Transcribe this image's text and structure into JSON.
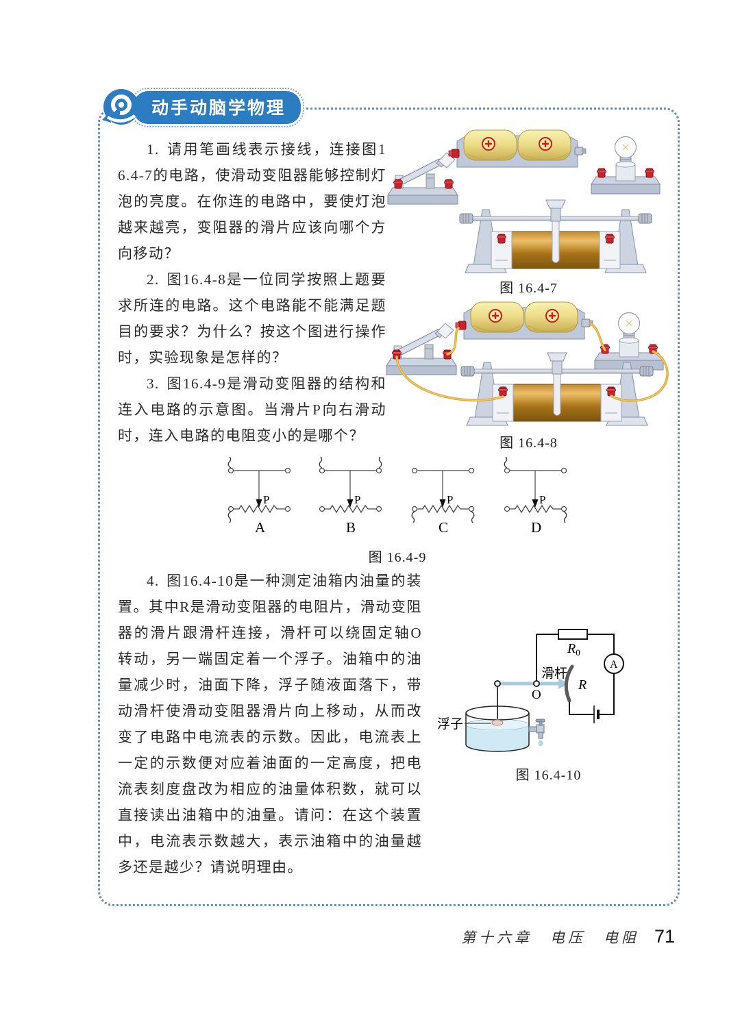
{
  "header": {
    "badge": "动手动脑学物理"
  },
  "questions": {
    "q1": {
      "number": "1.",
      "text": "请用笔画线表示接线，连接图16.4-7的电路，使滑动变阻器能够控制灯泡的亮度。在你连的电路中，要使灯泡越来越亮，变阻器的滑片应该向哪个方向移动？"
    },
    "q2": {
      "number": "2.",
      "text": "图16.4-8是一位同学按照上题要求所连的电路。这个电路能不能满足题目的要求？为什么？按这个图进行操作时，实验现象是怎样的？"
    },
    "q3": {
      "number": "3.",
      "text": "图16.4-9是滑动变阻器的结构和连入电路的示意图。当滑片P向右滑动时，连入电路的电阻变小的是哪个？"
    },
    "q4": {
      "number": "4.",
      "text": "图16.4-10是一种测定油箱内油量的装置。其中R是滑动变阻器的电阻片，滑动变阻器的滑片跟滑杆连接，滑杆可以绕固定轴O转动，另一端固定着一个浮子。油箱中的油量减少时，油面下降，浮子随液面落下，带动滑杆使滑动变阻器滑片向上移动，从而改变了电路中电流表的示数。因此，电流表上一定的示数便对应着油面的一定高度，把电流表刻度盘改为相应的油量体积数，就可以直接读出油箱中的油量。请问：在这个装置中，电流表示数越大，表示油箱中的油量越多还是越少？请说明理由。"
    }
  },
  "figures": {
    "fig7": {
      "caption": "图 16.4-7"
    },
    "fig8": {
      "caption": "图 16.4-8"
    },
    "fig9": {
      "caption": "图 16.4-9",
      "slider": "P",
      "options": {
        "a": "A",
        "b": "B",
        "c": "C",
        "d": "D"
      }
    },
    "fig10": {
      "caption": "图 16.4-10",
      "labels": {
        "r0_main": "R",
        "r0_sub": "0",
        "ammeter": "A",
        "rod": "滑杆",
        "pivot": "O",
        "resistor": "R",
        "float": "浮子"
      }
    }
  },
  "footer": {
    "chapter": "第十六章　电压　电阻",
    "page": "71"
  },
  "colors": {
    "accent_blue": "#2b7cc1",
    "dot_border": "#5d8cc9",
    "wire_yellow": "#dfa93d"
  }
}
